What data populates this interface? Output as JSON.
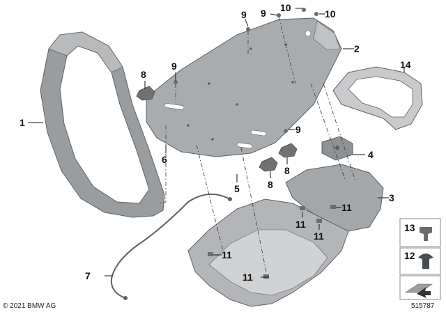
{
  "diagram": {
    "labels": {
      "l1": "1",
      "l2": "2",
      "l3": "3",
      "l4": "4",
      "l5": "5",
      "l6": "6",
      "l7": "7",
      "l8a": "8",
      "l8b": "8",
      "l8c": "8",
      "l9a": "9",
      "l9b": "9",
      "l9c": "9",
      "l9d": "9",
      "l10a": "10",
      "l10b": "10",
      "l11a": "11",
      "l11b": "11",
      "l11c": "11",
      "l11d": "11",
      "l11e": "11",
      "l12": "12",
      "l13": "13",
      "l14": "14"
    },
    "copyright": "© 2021 BMW AG",
    "diagram_id": "515787"
  },
  "colors": {
    "part_dark": "#8f9295",
    "part_mid": "#a9acaf",
    "part_light": "#c9cbcd",
    "part_edge": "#5d6063",
    "legend_bg": "#d9dadb"
  }
}
